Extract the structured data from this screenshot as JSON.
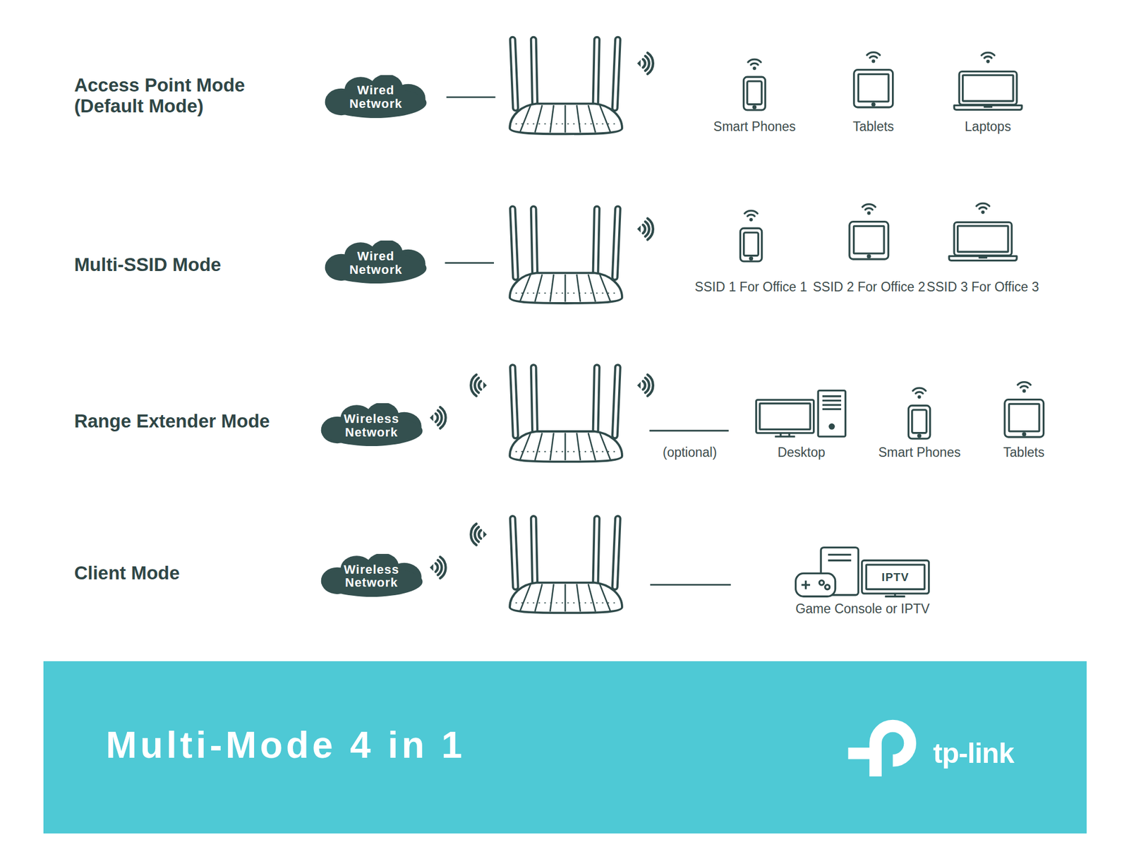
{
  "diagram": {
    "nodes": [
      {
        "text": [
          "Wired Network"
        ]
      },
      {
        "text": [
          "Smart Phones"
        ]
      },
      {
        "text": [
          "Tablets"
        ]
      },
      {
        "text": [
          "Laptops"
        ]
      },
      {
        "text": [
          "Wired Network"
        ]
      },
      {
        "text": [
          "SSID 1 For Office 1"
        ]
      },
      {
        "text": [
          "SSID 2 For Office 2"
        ]
      },
      {
        "text": [
          "SSID 3 For Office 3"
        ]
      },
      {
        "text": [
          "Wireless Network"
        ]
      },
      {
        "text": [
          "Desktop"
        ]
      },
      {
        "text": [
          "Smart Phones"
        ]
      },
      {
        "text": [
          "Tablets"
        ]
      },
      {
        "text": [
          "Wireless Network"
        ]
      },
      {
        "text": [
          "IPTV",
          "Game Console or IPTV"
        ]
      },
      {
        "text": [
          "Multi-Mode 4 in 1"
        ]
      }
    ],
    "labels": [
      "Access Point Mode (Default Mode)",
      "Multi-SSID Mode",
      "Range Extender Mode",
      "Client Mode",
      "(optional)",
      "tp-link"
    ]
  }
}
